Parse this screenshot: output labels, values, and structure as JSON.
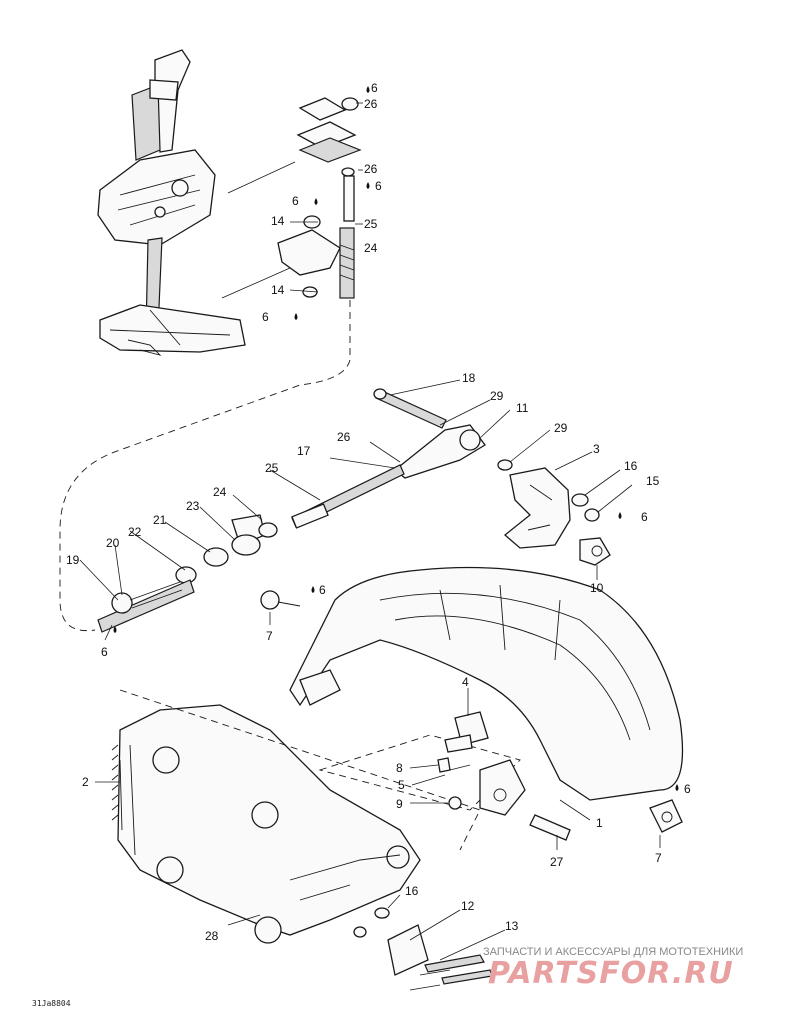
{
  "figure_code": "31Ja8804",
  "watermark": {
    "tagline": "ЗАПЧАСТИ И АКСЕССУАРЫ ДЛЯ МОТОТЕХНИКИ",
    "logo": "PARTSFOR.RU"
  },
  "callouts": [
    "6",
    "26",
    "26",
    "6",
    "6",
    "14",
    "25",
    "24",
    "14",
    "6",
    "18",
    "29",
    "11",
    "29",
    "3",
    "17",
    "26",
    "16",
    "15",
    "25",
    "6",
    "24",
    "23",
    "21",
    "22",
    "20",
    "19",
    "6",
    "10",
    "6",
    "7",
    "4",
    "2",
    "8",
    "5",
    "9",
    "1",
    "6",
    "27",
    "7",
    "16",
    "12",
    "13",
    "28"
  ],
  "lubricant_icon": "oil-drop-icon"
}
